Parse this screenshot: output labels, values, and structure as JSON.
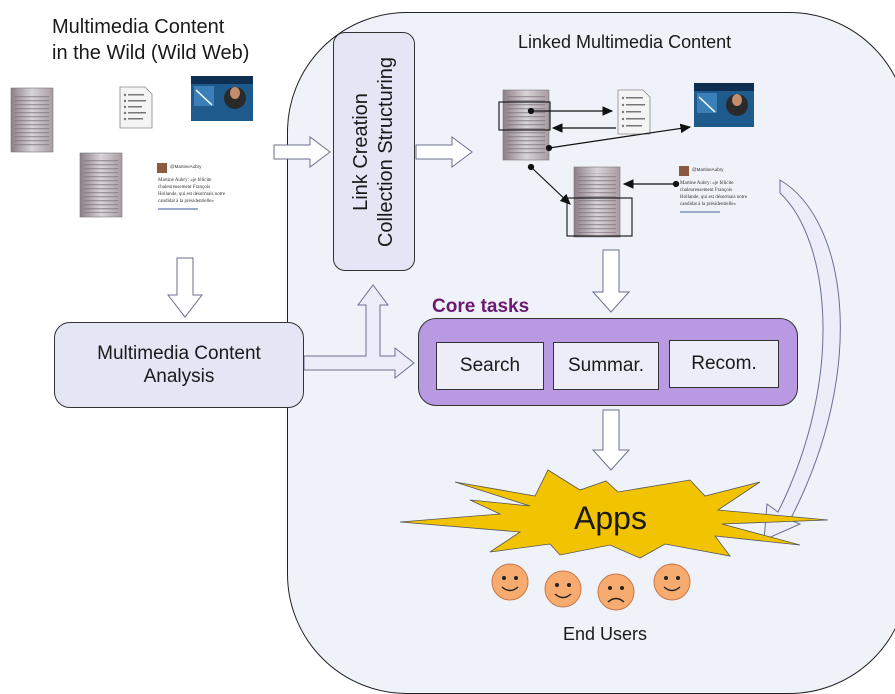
{
  "wild": {
    "title_line1": "Multimedia Content",
    "title_line2": "in the Wild (Wild Web)"
  },
  "linked": {
    "title": "Linked Multimedia Content"
  },
  "link_box": {
    "line1": "Link Creation",
    "line2": "Collection Structuring"
  },
  "analysis": {
    "line1": "Multimedia Content",
    "line2": "Analysis"
  },
  "core": {
    "label": "Core tasks",
    "tasks": [
      "Search",
      "Summar.",
      "Recom."
    ]
  },
  "apps": {
    "label": "Apps"
  },
  "users": {
    "label": "End Users",
    "faces": [
      "smile",
      "smile",
      "frown",
      "smile"
    ]
  },
  "tweet": {
    "handle": "@MartineAubry",
    "text": "Martine Aubry: «je félicite chaleureusement François Hollande, qui est désormais notre candidat à la présidentielle»"
  },
  "colors": {
    "panel": "#f0f2f9",
    "box": "#e4e6f6",
    "core": "#b999e2",
    "core_label": "#6a1a73",
    "burst": "#f2c300",
    "face": "#f7ab6f"
  }
}
